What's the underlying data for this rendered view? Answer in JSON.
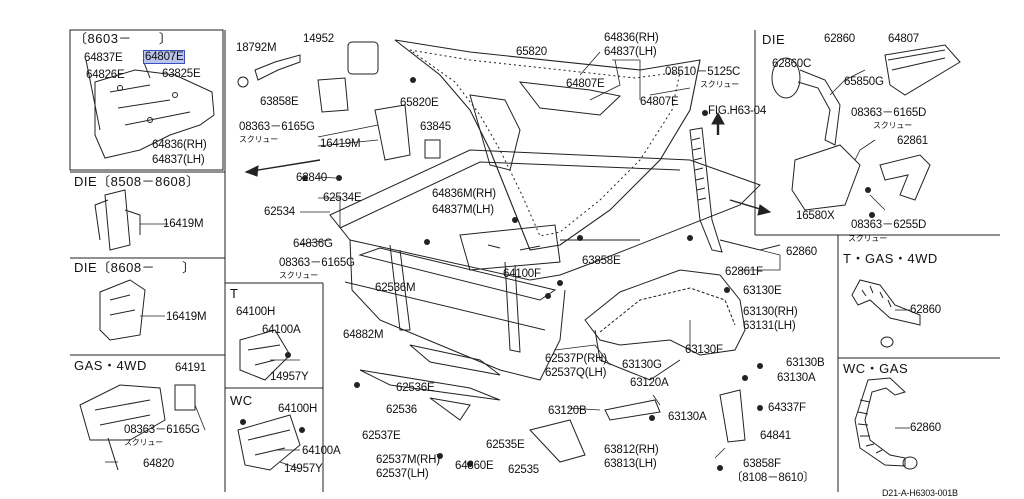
{
  "diagram_code": "D21-A-H6303-001B",
  "panels": {
    "p1_header": "〔8603－　　〕",
    "die1_header": "DIE〔8508－8608〕",
    "die2_header": "DIE〔8608－　　〕",
    "gas4wd_header": "GAS・4WD",
    "t_header": "T",
    "wc_left_header": "WC",
    "die_right_header": "DIE",
    "tgas4wd_header": "T・GAS・4WD",
    "wcgas_header": "WC・GAS"
  },
  "labels": {
    "l64837E": "64837E",
    "l64807E_hl": "64807E",
    "l64826E": "64826E",
    "l63825E": "63825E",
    "l64836RH": "64836(RH)",
    "l64837LH": "64837(LH)",
    "l16419M_a": "16419M",
    "l16419M_b": "16419M",
    "l64191": "64191",
    "l08363_6165G_a": "08363－6165G",
    "screw_a": "スクリュー",
    "l64820": "64820",
    "l64100H_a": "64100H",
    "l64100A_a": "64100A",
    "l14957Y_a": "14957Y",
    "l64100H_b": "64100H",
    "l64100A_b": "64100A",
    "l14957Y_b": "14957Y",
    "l18792M": "18792M",
    "l14952": "14952",
    "l63858E_a": "63858E",
    "l65820E": "65820E",
    "l08363_6165G_b": "08363－6165G",
    "screw_b": "スクリュー",
    "l16419M_c": "16419M",
    "l63845": "63845",
    "l62840": "62840",
    "l62534E": "62534E",
    "l62534": "62534",
    "l64836G": "64836G",
    "l08363_6165G_c": "08363－6165G",
    "screw_c": "スクリュー",
    "l62536M": "62536M",
    "l64882M": "64882M",
    "l62536E": "62536E",
    "l62536": "62536",
    "l62537E": "62537E",
    "l62537MRH": "62537M(RH)",
    "l62537LH": "62537(LH)",
    "l64860E": "64860E",
    "l62535E": "62535E",
    "l62535": "62535",
    "l65820": "65820",
    "l64836RH_b": "64836(RH)",
    "l64837LH_b": "64837(LH)",
    "l64807E_a": "64807E",
    "l64807E_b": "64807E",
    "l08510_5125C": "08510－5125C",
    "screw_d": "スクリュー",
    "lFIG": "FIG.H63-04",
    "l64836MRH": "64836M(RH)",
    "l64837MLH": "64837M(LH)",
    "l64100F": "64100F",
    "l63858E_b": "63858E",
    "l62860": "62860",
    "l62861F": "62861F",
    "l63130E": "63130E",
    "l63130RH": "63130(RH)",
    "l63131LH": "63131(LH)",
    "l63130F": "63130F",
    "l62537PRH": "62537P(RH)",
    "l62537QLH": "62537Q(LH)",
    "l63130G": "63130G",
    "l63120A": "63120A",
    "l63120B": "63120B",
    "l63130A_a": "63130A",
    "l63130B": "63130B",
    "l63130A_b": "63130A",
    "l64337F": "64337F",
    "l64841": "64841",
    "l63812RH": "63812(RH)",
    "l63813LH": "63813(LH)",
    "l63858F": "63858F",
    "l8108_8610": "〔8108－8610〕",
    "l62860_die": "62860",
    "l64807": "64807",
    "l62860C": "62860C",
    "l65850G": "65850G",
    "l08363_6165D": "08363－6165D",
    "screw_e": "スクリュー",
    "l62861": "62861",
    "l16580X": "16580X",
    "l08363_6255D": "08363－6255D",
    "screw_f": "スクリュー",
    "l62860_t": "62860",
    "l62860_wc": "62860"
  }
}
